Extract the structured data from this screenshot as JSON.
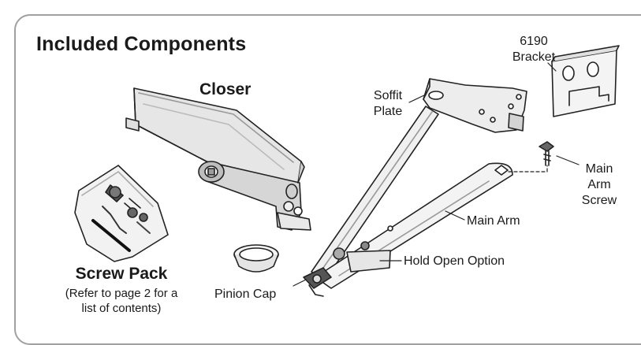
{
  "title": "Included Components",
  "labels": {
    "closer": "Closer",
    "bracket_line1": "6190",
    "bracket_line2": "Bracket",
    "soffit_line1": "Soffit",
    "soffit_line2": "Plate",
    "main_arm_screw_line1": "Main",
    "main_arm_screw_line2": "Arm",
    "main_arm_screw_line3": "Screw",
    "main_arm": "Main Arm",
    "hold_open": "Hold Open Option",
    "pinion_cap": "Pinion Cap",
    "screw_pack": "Screw Pack",
    "screw_pack_note_line1": "(Refer to page 2 for a",
    "screw_pack_note_line2": "list of contents)"
  }
}
